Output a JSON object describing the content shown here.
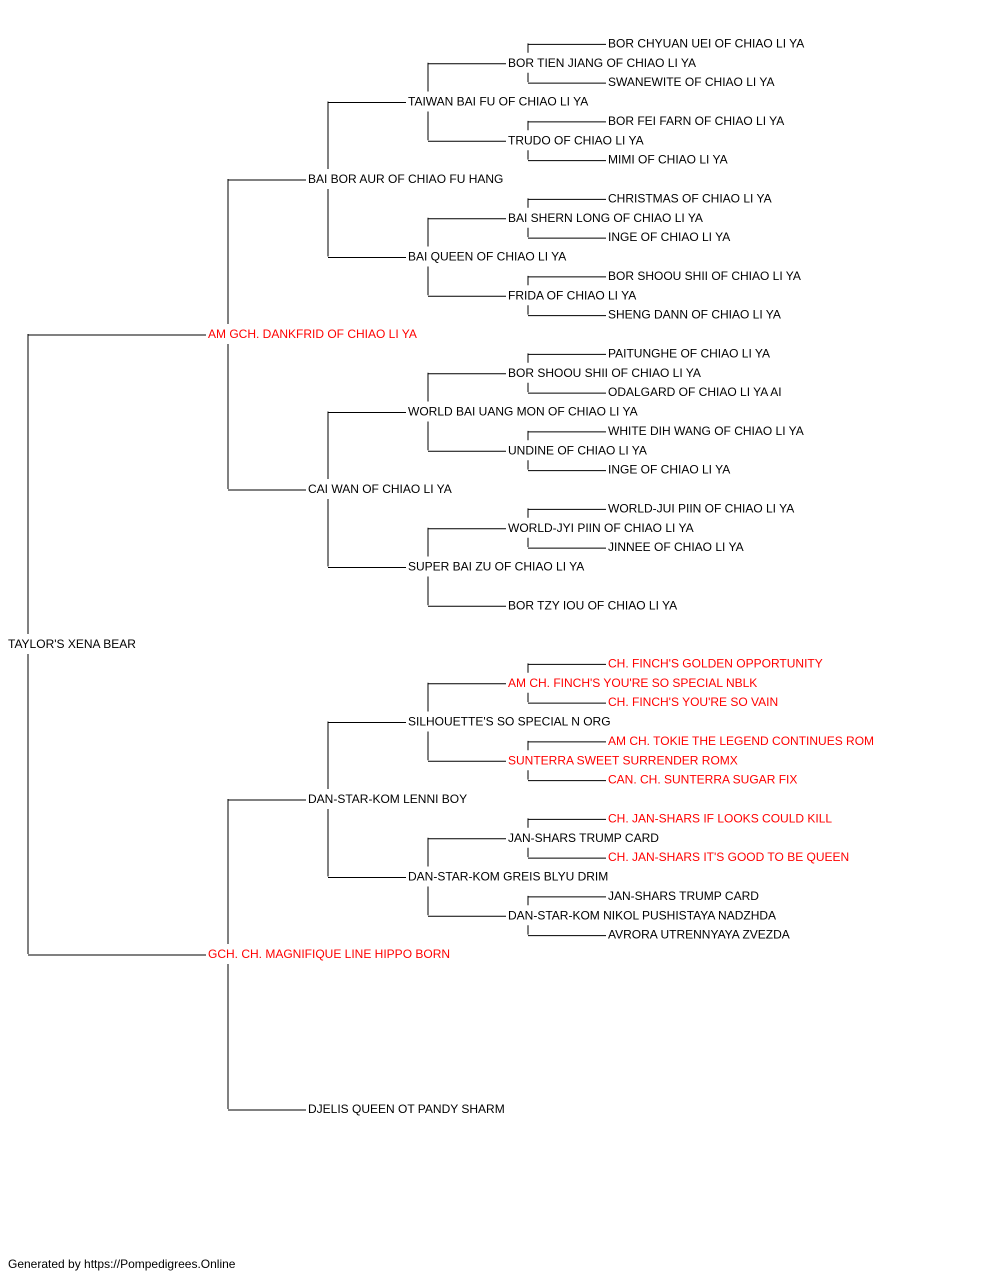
{
  "colors": {
    "normal": "#000000",
    "titled": "#ff0000",
    "line": "#000000"
  },
  "pedigree": {
    "name": "TAYLOR'S XENA BEAR",
    "titled": false,
    "sire": {
      "name": "AM GCH. DANKFRID OF CHIAO LI YA",
      "titled": true,
      "sire": {
        "name": "BAI BOR AUR OF CHIAO FU HANG",
        "titled": false,
        "sire": {
          "name": "TAIWAN BAI FU OF CHIAO LI YA",
          "titled": false,
          "sire": {
            "name": "BOR TIEN JIANG OF CHIAO LI YA",
            "titled": false,
            "sire": {
              "name": "BOR CHYUAN UEI OF CHIAO LI YA",
              "titled": false
            },
            "dam": {
              "name": "SWANEWITE OF CHIAO LI YA",
              "titled": false
            }
          },
          "dam": {
            "name": "TRUDO OF CHIAO LI YA",
            "titled": false,
            "sire": {
              "name": "BOR FEI FARN OF CHIAO LI YA",
              "titled": false
            },
            "dam": {
              "name": "MIMI OF CHIAO LI YA",
              "titled": false
            }
          }
        },
        "dam": {
          "name": "BAI QUEEN OF CHIAO LI YA",
          "titled": false,
          "sire": {
            "name": "BAI SHERN LONG OF CHIAO LI YA",
            "titled": false,
            "sire": {
              "name": "CHRISTMAS OF CHIAO LI YA",
              "titled": false
            },
            "dam": {
              "name": "INGE OF CHIAO LI YA",
              "titled": false
            }
          },
          "dam": {
            "name": "FRIDA OF CHIAO LI YA",
            "titled": false,
            "sire": {
              "name": "BOR SHOOU SHII OF CHIAO LI YA",
              "titled": false
            },
            "dam": {
              "name": "SHENG DANN OF CHIAO LI YA",
              "titled": false
            }
          }
        }
      },
      "dam": {
        "name": "CAI WAN OF CHIAO LI YA",
        "titled": false,
        "sire": {
          "name": "WORLD BAI UANG MON OF CHIAO LI YA",
          "titled": false,
          "sire": {
            "name": "BOR SHOOU SHII OF CHIAO LI YA",
            "titled": false,
            "sire": {
              "name": "PAITUNGHE OF CHIAO LI YA",
              "titled": false
            },
            "dam": {
              "name": "ODALGARD OF CHIAO LI YA AI",
              "titled": false
            }
          },
          "dam": {
            "name": "UNDINE OF CHIAO LI YA",
            "titled": false,
            "sire": {
              "name": "WHITE DIH WANG OF CHIAO LI YA",
              "titled": false
            },
            "dam": {
              "name": "INGE OF CHIAO LI YA",
              "titled": false
            }
          }
        },
        "dam": {
          "name": "SUPER BAI ZU OF CHIAO LI YA",
          "titled": false,
          "sire": {
            "name": "WORLD-JYI PIIN OF CHIAO LI YA",
            "titled": false,
            "sire": {
              "name": "WORLD-JUI PIIN OF CHIAO LI YA",
              "titled": false
            },
            "dam": {
              "name": "JINNEE OF CHIAO LI YA",
              "titled": false
            }
          },
          "dam": {
            "name": "BOR TZY IOU OF CHIAO LI YA",
            "titled": false
          }
        }
      }
    },
    "dam": {
      "name": "GCH. CH. MAGNIFIQUE LINE HIPPO BORN",
      "titled": true,
      "sire": {
        "name": "DAN-STAR-KOM LENNI BOY",
        "titled": false,
        "sire": {
          "name": "SILHOUETTE'S SO SPECIAL N ORG",
          "titled": false,
          "sire": {
            "name": "AM CH. FINCH'S YOU'RE SO SPECIAL NBLK",
            "titled": true,
            "sire": {
              "name": "CH. FINCH'S GOLDEN OPPORTUNITY",
              "titled": true
            },
            "dam": {
              "name": "CH. FINCH'S YOU'RE SO VAIN",
              "titled": true
            }
          },
          "dam": {
            "name": "SUNTERRA SWEET SURRENDER ROMX",
            "titled": true,
            "sire": {
              "name": "AM CH. TOKIE THE LEGEND CONTINUES ROM",
              "titled": true
            },
            "dam": {
              "name": "CAN. CH. SUNTERRA SUGAR FIX",
              "titled": true
            }
          }
        },
        "dam": {
          "name": "DAN-STAR-KOM GREIS BLYU DRIM",
          "titled": false,
          "sire": {
            "name": "JAN-SHARS TRUMP CARD",
            "titled": false,
            "sire": {
              "name": "CH. JAN-SHARS IF LOOKS COULD KILL",
              "titled": true
            },
            "dam": {
              "name": "CH. JAN-SHARS IT'S GOOD TO BE QUEEN",
              "titled": true
            }
          },
          "dam": {
            "name": "DAN-STAR-KOM NIKOL PUSHISTAYA NADZHDA",
            "titled": false,
            "sire": {
              "name": "JAN-SHARS TRUMP CARD",
              "titled": false
            },
            "dam": {
              "name": "AVRORA UTRENNYAYA ZVEZDA",
              "titled": false
            }
          }
        }
      },
      "dam": {
        "name": "DJELIS QUEEN OT PANDY SHARM",
        "titled": false
      }
    }
  },
  "footer": "Generated by https://Pompedigrees.Online"
}
